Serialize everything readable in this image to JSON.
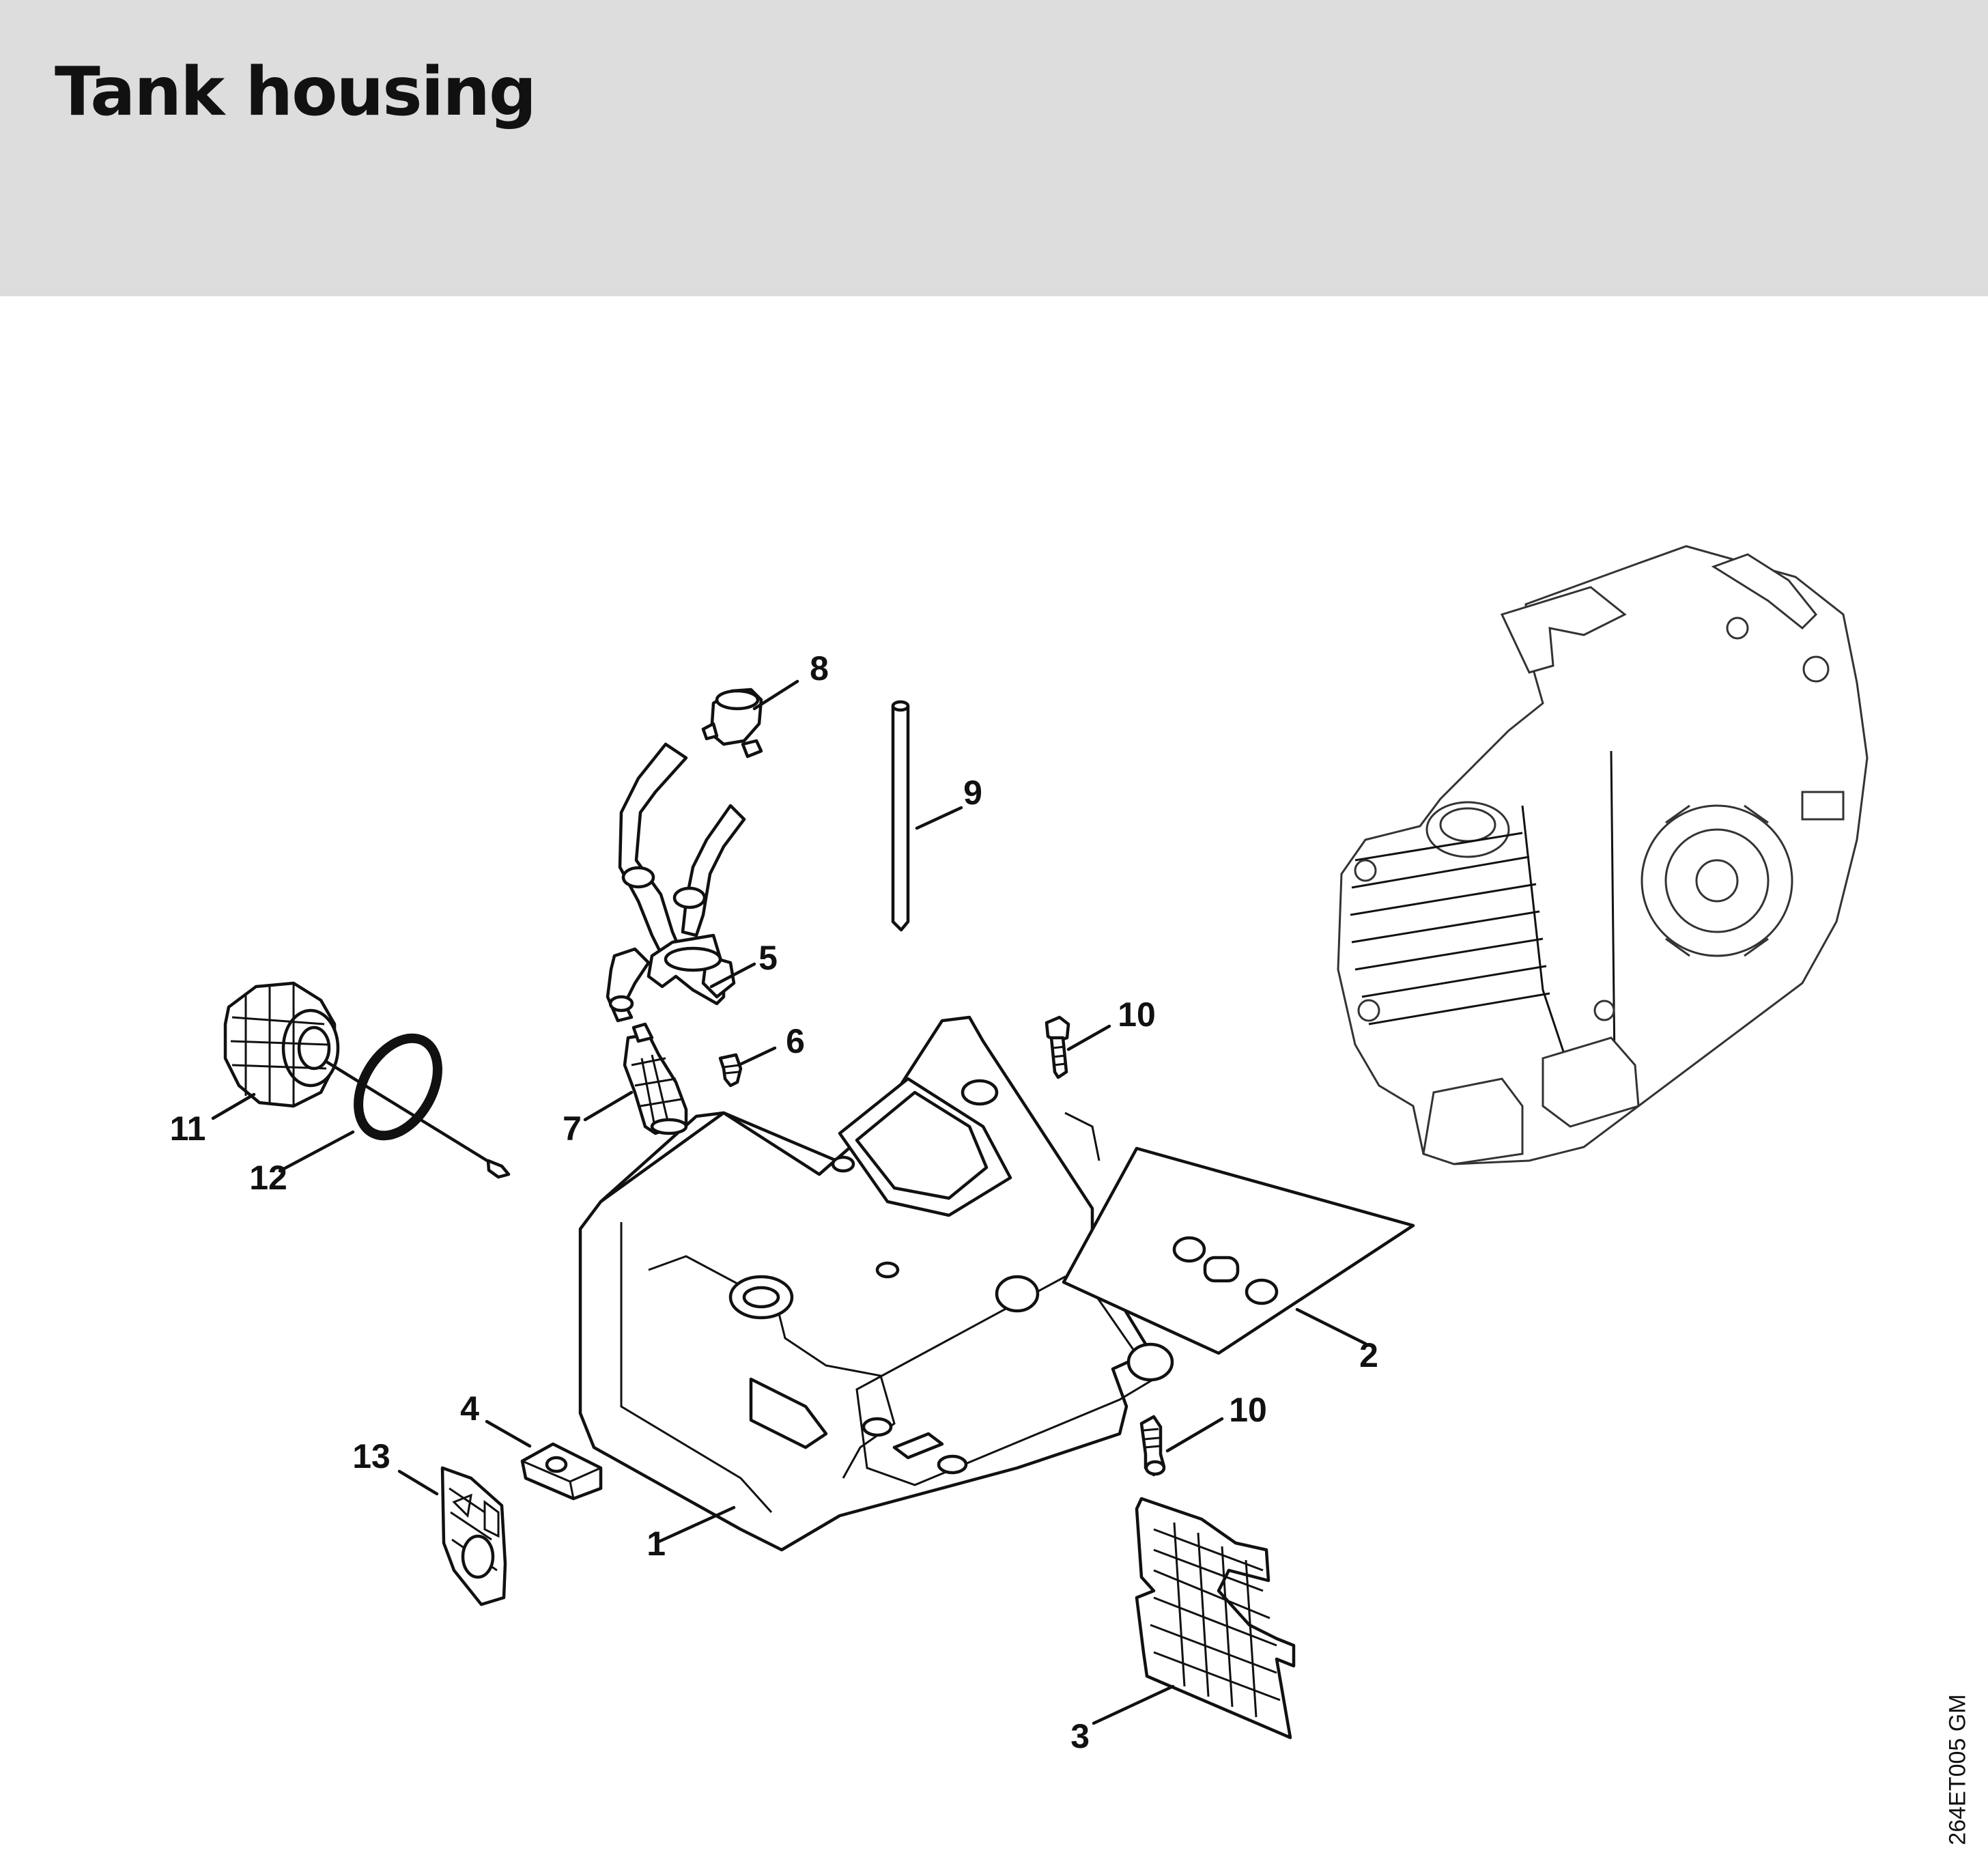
{
  "title": "Tank housing",
  "drawing_code": "264ET005 GM",
  "colors": {
    "header_background": "#dcdddc",
    "ink": "#111111"
  },
  "callouts": [
    {
      "id": "callout-1",
      "label": "1"
    },
    {
      "id": "callout-2",
      "label": "2"
    },
    {
      "id": "callout-3",
      "label": "3"
    },
    {
      "id": "callout-4",
      "label": "4"
    },
    {
      "id": "callout-5",
      "label": "5"
    },
    {
      "id": "callout-6",
      "label": "6"
    },
    {
      "id": "callout-7",
      "label": "7"
    },
    {
      "id": "callout-8",
      "label": "8"
    },
    {
      "id": "callout-9",
      "label": "9"
    },
    {
      "id": "callout-10a",
      "label": "10"
    },
    {
      "id": "callout-10b",
      "label": "10"
    },
    {
      "id": "callout-11",
      "label": "11"
    },
    {
      "id": "callout-12",
      "label": "12"
    },
    {
      "id": "callout-13",
      "label": "13"
    }
  ]
}
